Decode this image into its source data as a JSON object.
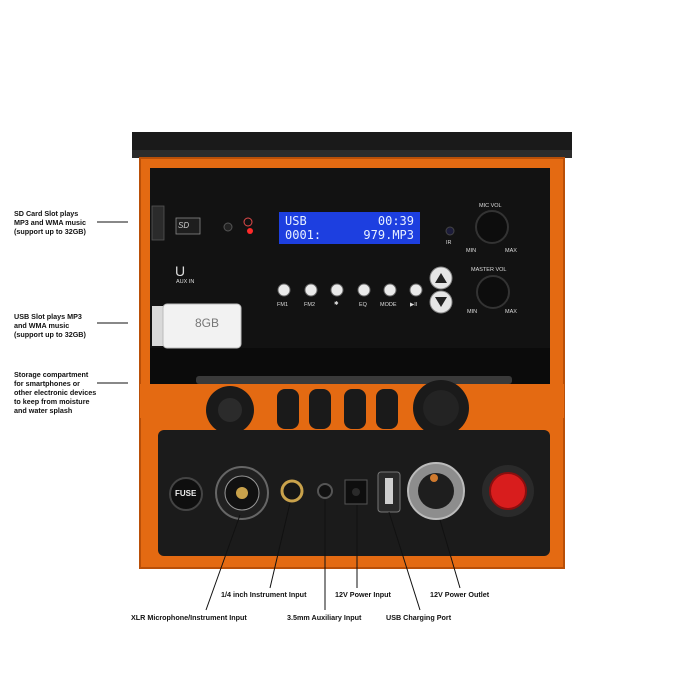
{
  "callouts": {
    "sd_card": "SD Card Slot plays\nMP3 and WMA music\n(support up to 32GB)",
    "usb_slot": "USB Slot plays MP3\nand WMA music\n(support up to 32GB)",
    "storage": "Storage compartment\nfor smartphones or\nother electronic devices\nto keep from moisture\nand water splash",
    "instrument": "1/4 inch Instrument Input",
    "power_input": "12V Power Input",
    "power_outlet": "12V Power Outlet",
    "xlr": "XLR Microphone/Instrument Input",
    "aux": "3.5mm Auxiliary Input",
    "usb_charging": "USB Charging Port"
  },
  "display": {
    "line1_left": "USB",
    "line1_right": "00:39",
    "line2_left": "0001:",
    "line2_right": "979.MP3"
  },
  "panel": {
    "sd_label": "SD",
    "aux_label": "AUX IN",
    "ir_label": "IR",
    "usb_stick_label": "8GB",
    "buttons": [
      "FM1",
      "FM2",
      "✱",
      "EQ",
      "MODE",
      "▶II"
    ],
    "mic_vol": "MIC VOL",
    "master_vol": "MASTER VOL",
    "min": "MIN",
    "max": "MAX",
    "fuse_label": "FUSE"
  },
  "colors": {
    "body_orange": "#e46a12",
    "panel_black": "#111111",
    "lcd_blue": "#1d3fe0",
    "switch_red": "#d81d1d"
  }
}
